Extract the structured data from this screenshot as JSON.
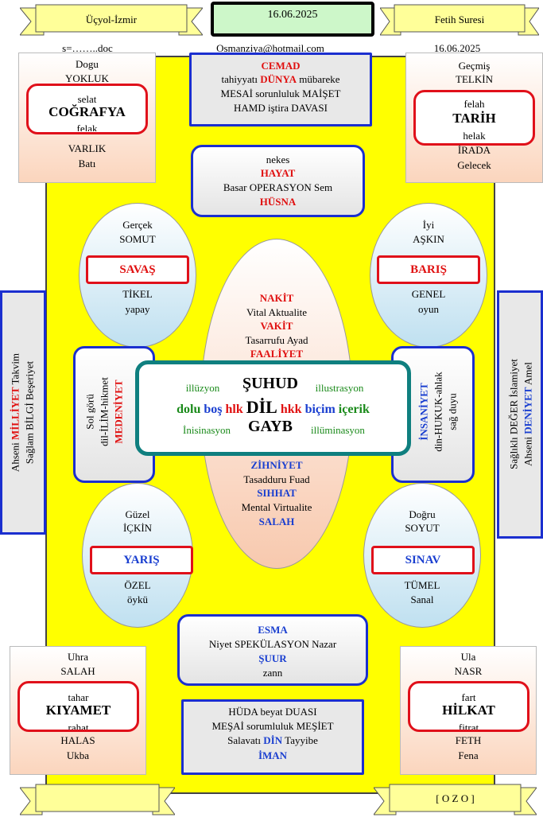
{
  "header": {
    "left_banner": "Üçyol-İzmir",
    "date_box": "16.06.2025",
    "right_banner": "Fetih Suresi",
    "file_label": "s=……..doc",
    "email": "Osmanziya@hotmail.com",
    "date_small": "16.06.2025"
  },
  "corners": {
    "top_left": {
      "top1": "Dogu",
      "top2": "YOKLUK",
      "inner_top": "selat",
      "inner_title": "COĞRAFYA",
      "inner_bottom": "felak",
      "bottom1": "VARLIK",
      "bottom2": "Batı"
    },
    "top_right": {
      "top1": "Geçmiş",
      "top2": "TELKİN",
      "inner_top": "felah",
      "inner_title": "TARİH",
      "inner_bottom": "helak",
      "bottom1": "İRADA",
      "bottom2": "Gelecek"
    },
    "bottom_left": {
      "top1": "Uhra",
      "top2": "SALAH",
      "inner_top": "tahar",
      "inner_title": "KIYAMET",
      "inner_bottom": "rahat",
      "bottom1": "HALAS",
      "bottom2": "Ukba"
    },
    "bottom_right": {
      "top1": "Ula",
      "top2": "NASR",
      "inner_top": "fart",
      "inner_title": "HİLKAT",
      "inner_bottom": "fitrat",
      "bottom1": "FETH",
      "bottom2": "Fena"
    }
  },
  "top_panel": {
    "red_title": "CEMAD",
    "line1_a": "tahiyyatı",
    "line1_red": "DÜNYA",
    "line1_b": "mübareke",
    "line2": "MESAİ sorunluluk MAİŞET",
    "line3": "HAMD iştira DAVASI"
  },
  "upper_panel": {
    "line1": "nekes",
    "red1": "HAYAT",
    "line2": "Basar OPERASYON  Sem",
    "red2": "HÜSNA"
  },
  "lower_panel": {
    "blue1": "ESMA",
    "line1": "Niyet  SPEKÜLASYON Nazar",
    "blue2": "ŞUUR",
    "line2": "zann"
  },
  "bottom_panel": {
    "line1": "HÜDA beyat DUASI",
    "line2": "MEŞAİ sorumluluk MEŞİET",
    "line3_a": "Salavatı",
    "line3_blue": "DİN",
    "line3_b": "Tayyibe",
    "blue": "İMAN"
  },
  "ellipses": {
    "upper_left": {
      "top1": "Gerçek",
      "top2": "SOMUT",
      "title": "SAVAŞ",
      "bottom1": "TİKEL",
      "bottom2": "yapay"
    },
    "upper_right": {
      "top1": "İyi",
      "top2": "AŞKIN",
      "title": "BARIŞ",
      "bottom1": "GENEL",
      "bottom2": "oyun"
    },
    "lower_left": {
      "top1": "Güzel",
      "top2": "İÇKİN",
      "title": "YARIŞ",
      "bottom1": "ÖZEL",
      "bottom2": "öykü"
    },
    "lower_right": {
      "top1": "Doğru",
      "top2": "SOYUT",
      "title": "SINAV",
      "bottom1": "TÜMEL",
      "bottom2": "Sanal"
    }
  },
  "center_ellipse": {
    "red1": "NAKİT",
    "line1": "Vital Aktualite",
    "red2": "VAKİT",
    "line2": "Tasarrufu Ayad",
    "red3": "FAALİYET",
    "blue1": "ZİHNİYET",
    "line3": "Tasadduru Fuad",
    "blue2": "SIHHAT",
    "line4": "Mental Virtualite",
    "blue3": "SALAH"
  },
  "center_box": {
    "left_top": "illüzyon",
    "title_top": "ŞUHUD",
    "right_top": "illustrasyon",
    "w_dolu": "dolu",
    "w_bos": "boş",
    "w_hlk": "hlk",
    "w_dil": "DİL",
    "w_hkk": "hkk",
    "w_bicim": "biçim",
    "w_icerik": "içerik",
    "left_bottom": "İnisinasyon",
    "title_bottom": "GAYB",
    "right_bottom": "illüminasyon"
  },
  "side_boxes": {
    "left_inner": {
      "line1": "Sol görü",
      "line2": "dil-İLİM-hikmet",
      "red": "MEDENİYET"
    },
    "right_inner": {
      "blue": "İNSANİYET",
      "line1": "din-HUKUK-ahlak",
      "line2": "sağ duyu"
    },
    "far_left": {
      "line1_a": "Ahseni",
      "line1_red": "MİLLİYET",
      "line1_b": "Takvim",
      "line2": "Sağlam BİLGİ Beşeriyet"
    },
    "far_right": {
      "line1": "Sağlıklı DEĞER İslamiyet",
      "line2_a": "Ahseni",
      "line2_blue": "DENİYET",
      "line2_b": "Amel"
    }
  },
  "footer": {
    "left_banner": "",
    "right_banner": "[ O Z O ]"
  },
  "colors": {
    "yellow": "#ffff00",
    "red": "#e01010",
    "blue": "#1b2fcf",
    "teal": "#0f7f7f",
    "green": "#1a8a1a"
  }
}
